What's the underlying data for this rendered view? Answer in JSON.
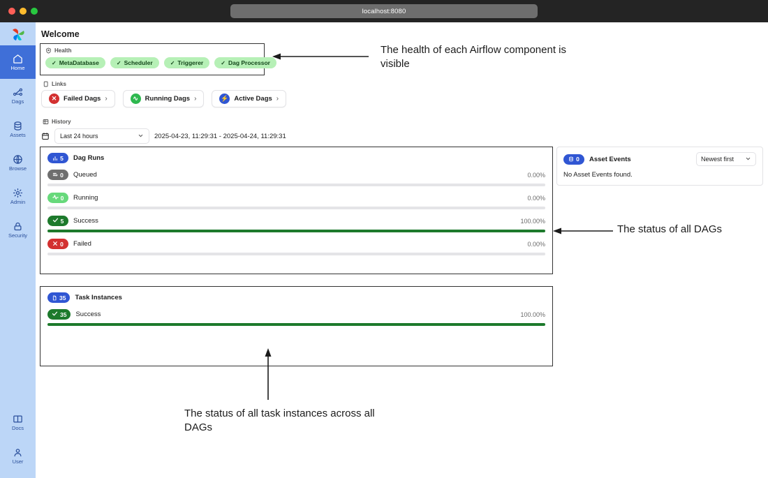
{
  "browser": {
    "url": "localhost:8080",
    "traffic_lights": [
      "close-red",
      "minimize-yellow",
      "maximize-green"
    ]
  },
  "sidebar": {
    "logo": "airflow-pinwheel-logo",
    "items": [
      {
        "label": "Home",
        "icon": "home-icon",
        "active": true
      },
      {
        "label": "Dags",
        "icon": "dags-icon",
        "active": false
      },
      {
        "label": "Assets",
        "icon": "database-icon",
        "active": false
      },
      {
        "label": "Browse",
        "icon": "globe-icon",
        "active": false
      },
      {
        "label": "Admin",
        "icon": "gear-icon",
        "active": false
      },
      {
        "label": "Security",
        "icon": "lock-icon",
        "active": false
      }
    ],
    "bottom_items": [
      {
        "label": "Docs",
        "icon": "book-icon"
      },
      {
        "label": "User",
        "icon": "user-icon"
      }
    ]
  },
  "main": {
    "page_title": "Welcome",
    "health": {
      "section_label": "Health",
      "section_icon": "shield-icon",
      "components": [
        {
          "name": "MetaDatabase",
          "status": "healthy",
          "tick": "✓"
        },
        {
          "name": "Scheduler",
          "status": "healthy",
          "tick": "✓"
        },
        {
          "name": "Triggerer",
          "status": "healthy",
          "tick": "✓"
        },
        {
          "name": "Dag Processor",
          "status": "healthy",
          "tick": "✓"
        }
      ]
    },
    "links": {
      "section_label": "Links",
      "section_icon": "copy-icon",
      "items": [
        {
          "label": "Failed Dags",
          "icon": "x-circle-icon",
          "glyph": "✕",
          "color": "#d33030",
          "chevron": "›"
        },
        {
          "label": "Running Dags",
          "icon": "activity-circle-icon",
          "glyph": "∿",
          "color": "#2eb84f",
          "chevron": "›"
        },
        {
          "label": "Active Dags",
          "icon": "bolt-circle-icon",
          "glyph": "⚡",
          "color": "#3056d3",
          "chevron": "›"
        }
      ]
    },
    "history": {
      "section_label": "History",
      "section_icon": "history-icon",
      "calendar_icon": "calendar-icon",
      "range_select_value": "Last 24 hours",
      "chevron": "⌄",
      "date_range": "2025-04-23, 11:29:31 - 2025-04-24, 11:29:31"
    },
    "dag_runs": {
      "title": "Dag Runs",
      "total": "5",
      "total_icon": "bar-chart-icon",
      "rows": [
        {
          "label": "Queued",
          "count": "0",
          "percent_label": "0.00%",
          "percent": 0,
          "pill": "gray",
          "glyph": "≣"
        },
        {
          "label": "Running",
          "count": "0",
          "percent_label": "0.00%",
          "percent": 0,
          "pill": "lgreen",
          "glyph": "∿"
        },
        {
          "label": "Success",
          "count": "5",
          "percent_label": "100.00%",
          "percent": 100,
          "pill": "dgreen",
          "glyph": "✓"
        },
        {
          "label": "Failed",
          "count": "0",
          "percent_label": "0.00%",
          "percent": 0,
          "pill": "dred",
          "glyph": "✕"
        }
      ]
    },
    "task_instances": {
      "title": "Task Instances",
      "total": "35",
      "total_icon": "file-icon",
      "rows": [
        {
          "label": "Success",
          "count": "35",
          "percent_label": "100.00%",
          "percent": 100,
          "pill": "dgreen",
          "glyph": "✓"
        }
      ]
    },
    "asset_events": {
      "title": "Asset Events",
      "count": "0",
      "count_icon": "database-icon",
      "sort_value": "Newest first",
      "sort_chevron": "⌄",
      "empty_text": "No Asset Events found."
    }
  },
  "annotations": [
    {
      "id": "health",
      "text": "The health of each Airflow component is visible"
    },
    {
      "id": "dags",
      "text": "The status of all DAGs"
    },
    {
      "id": "tasks",
      "text": "The status of all task instances across all DAGs"
    }
  ],
  "colors": {
    "accent_blue": "#3056d3",
    "sidebar_bg": "#bcd6f7",
    "sidebar_active": "#3f6fd8",
    "success_green": "#1d7a2c",
    "running_green": "#67d97b",
    "failed_red": "#d33030",
    "chip_green_bg": "#b6f0b6",
    "titlebar": "#242424"
  }
}
